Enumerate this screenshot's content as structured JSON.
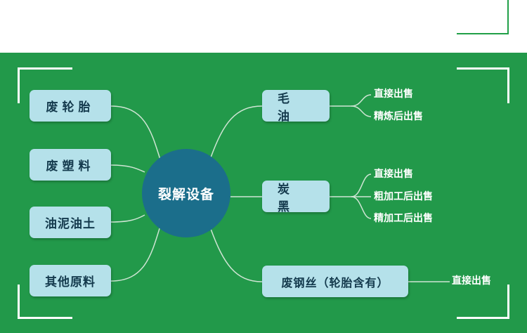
{
  "center": {
    "label": "裂解设备"
  },
  "inputs": [
    {
      "label": "废轮胎"
    },
    {
      "label": "废塑料"
    },
    {
      "label": "油泥油土"
    },
    {
      "label": "其他原料"
    }
  ],
  "outputs": [
    {
      "label": "毛  油",
      "leaves": [
        "直接出售",
        "精炼后出售"
      ]
    },
    {
      "label": "炭  黑",
      "leaves": [
        "直接出售",
        "粗加工后出售",
        "精加工后出售"
      ]
    },
    {
      "label": "废钢丝（轮胎含有）",
      "leaves": [
        "直接出售"
      ]
    }
  ],
  "colors": {
    "panel": "#22994a",
    "box": "#b5e1ea",
    "center": "#1b6e8b",
    "line": "#cfe5d4",
    "frame": "#ffffff"
  }
}
